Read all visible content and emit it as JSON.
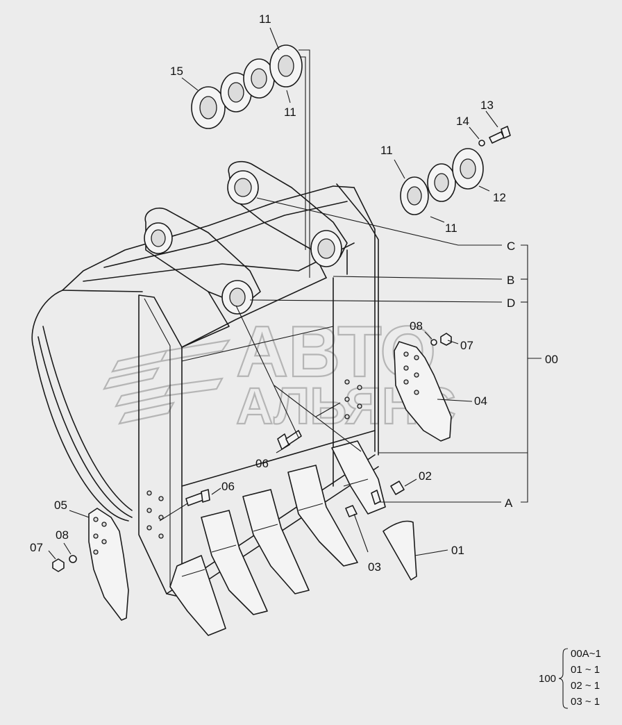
{
  "callouts": {
    "c11a": "11",
    "c11b": "11",
    "c11c": "11",
    "c11d": "11",
    "c15": "15",
    "c13": "13",
    "c14": "14",
    "c12": "12",
    "cC": "C",
    "cB": "B",
    "cD": "D",
    "c00": "00",
    "c08r": "08",
    "c07r": "07",
    "c04": "04",
    "c06a": "06",
    "c06b": "06",
    "c02": "02",
    "cA": "A",
    "c05": "05",
    "c08l": "08",
    "c07l": "07",
    "c03": "03",
    "c01": "01"
  },
  "watermark": {
    "line1": "АВТО",
    "line2": "АЛЬЯНС"
  },
  "qty_table": {
    "assembly": "100",
    "rows": [
      "00A~1",
      "01 ~ 1",
      "02 ~ 1",
      "03 ~ 1"
    ]
  }
}
